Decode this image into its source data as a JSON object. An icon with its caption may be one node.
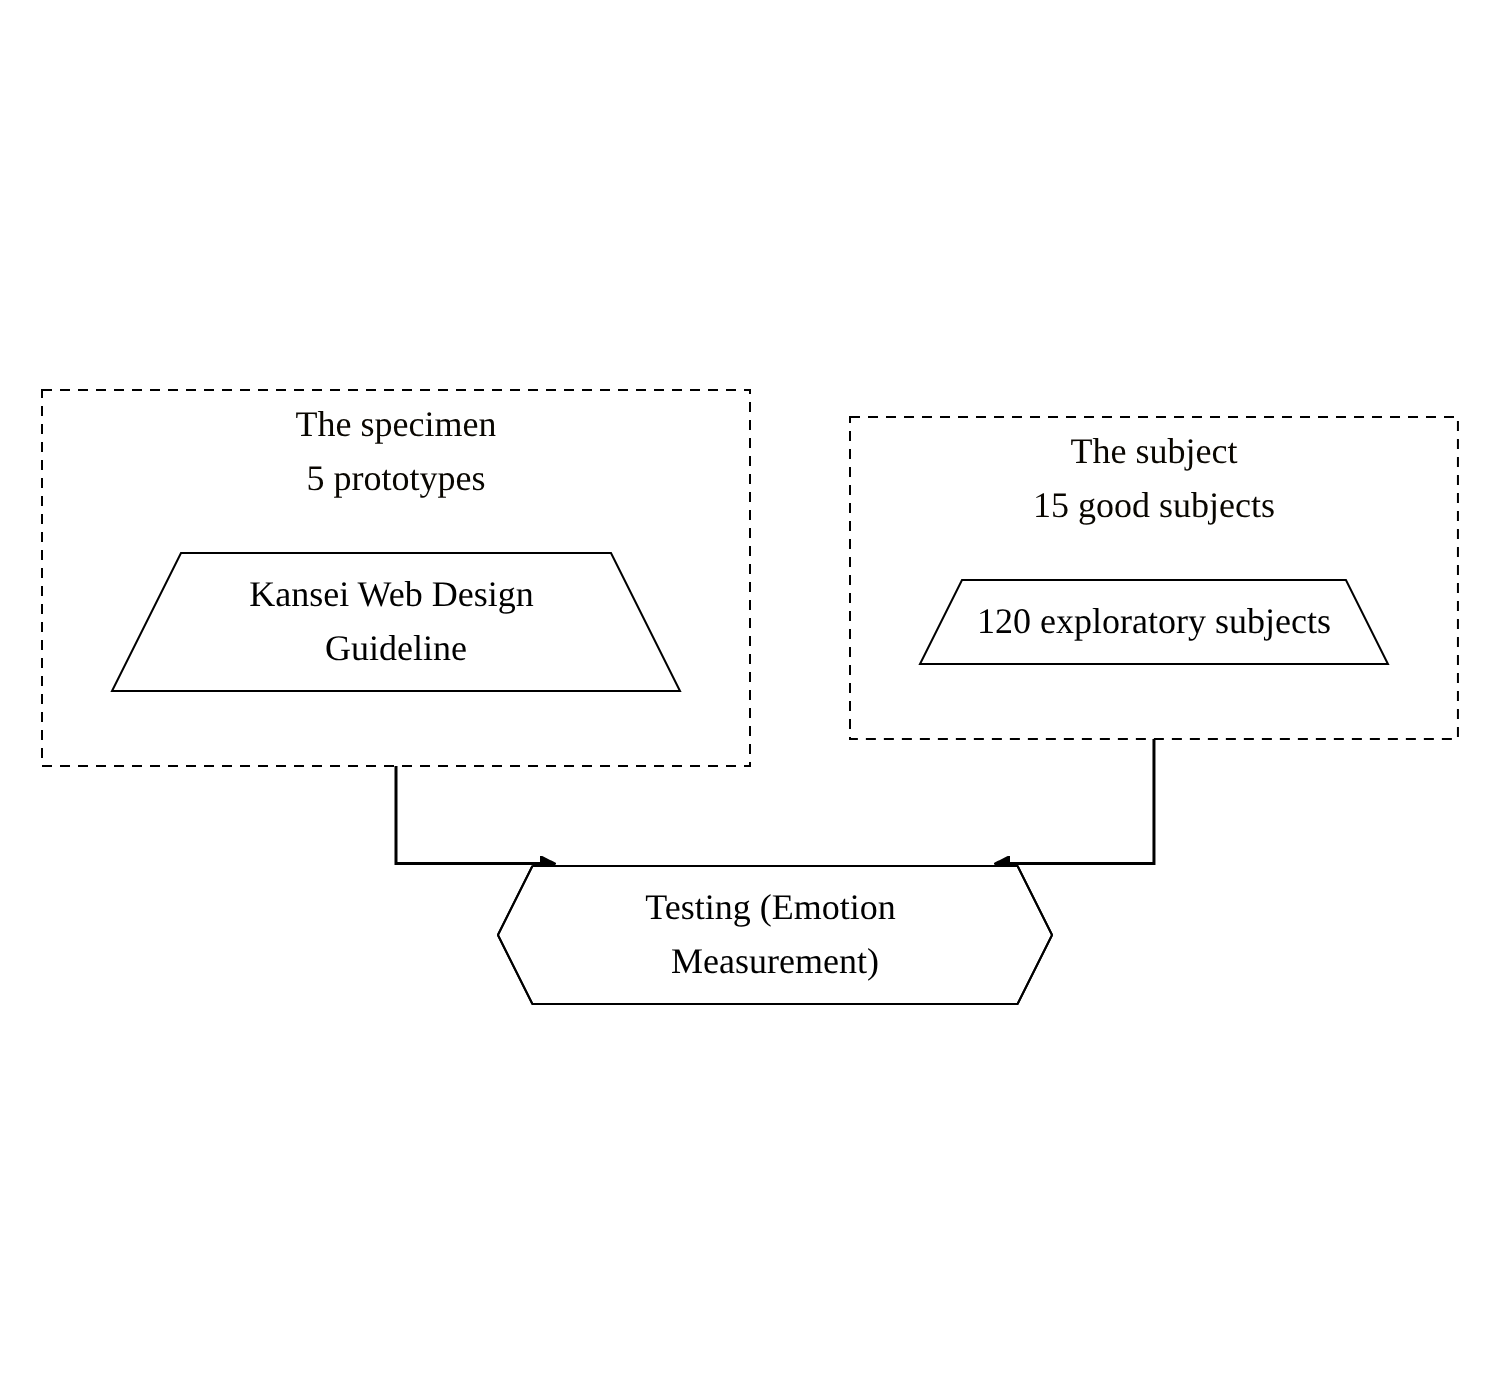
{
  "diagram": {
    "nodes": [
      {
        "text": [
          "The specimen",
          "5 prototypes"
        ]
      },
      {
        "text": [
          "Kansei Web Design Guideline"
        ],
        "in": 0
      },
      {
        "text": [
          "The subject",
          "15 good subjects"
        ]
      },
      {
        "text": [
          "120 exploratory subjects"
        ],
        "in": 2
      },
      {
        "text": [
          "Testing (Emotion Measurement)"
        ]
      }
    ],
    "edges": [
      {
        "from": 0,
        "to": 4,
        "arrow": "to"
      },
      {
        "from": 2,
        "to": 4,
        "arrow": "to"
      }
    ]
  }
}
